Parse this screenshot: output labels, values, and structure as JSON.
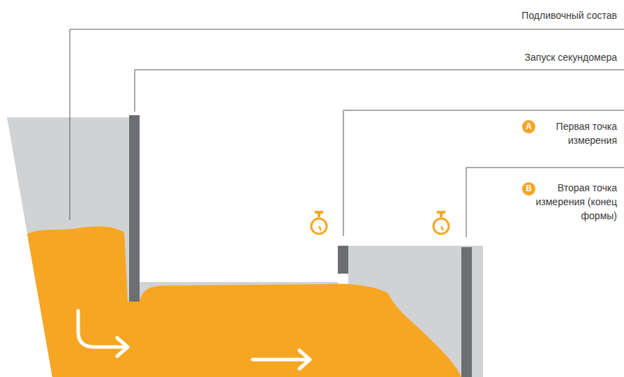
{
  "diagram": {
    "labels": [
      "Подливочный состав",
      "Запуск секундомера",
      "A",
      "Первая точка измерения",
      "B",
      "Вторая точка измерения (конец формы)"
    ]
  }
}
